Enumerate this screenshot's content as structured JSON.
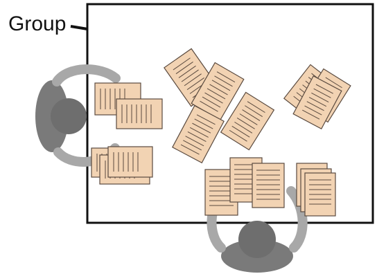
{
  "diagram": {
    "label": "Group",
    "colors": {
      "table_outline": "#111111",
      "paper_fill": "#f2d3b3",
      "paper_lines": "#5a4a3f",
      "person_head": "#6e6e6e",
      "person_body": "#7a7a7a",
      "person_arms": "#a8a8a8"
    },
    "elements": {
      "table": "rectangular-table",
      "people": [
        "person-left",
        "person-bottom"
      ],
      "arrow": "arrow-pointing-to-table"
    }
  }
}
